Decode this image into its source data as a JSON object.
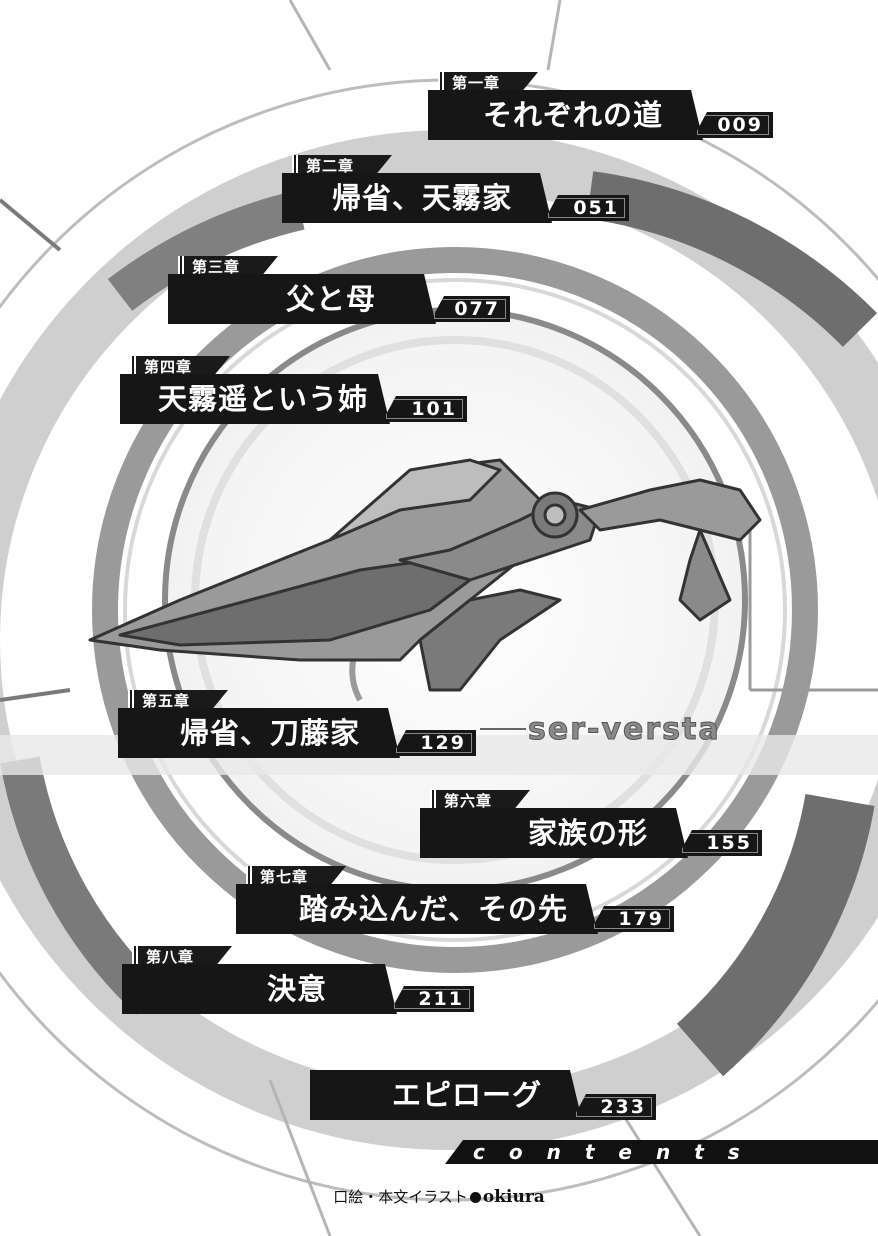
{
  "toc": {
    "chapters": [
      {
        "label": "第一章",
        "title": "それぞれの道",
        "page": "009"
      },
      {
        "label": "第二章",
        "title": "帰省、天霧家",
        "page": "051"
      },
      {
        "label": "第三章",
        "title": "父と母",
        "page": "077"
      },
      {
        "label": "第四章",
        "title": "天霧遥という姉",
        "page": "101"
      },
      {
        "label": "第五章",
        "title": "帰省、刀藤家",
        "page": "129"
      },
      {
        "label": "第六章",
        "title": "家族の形",
        "page": "155"
      },
      {
        "label": "第七章",
        "title": "踏み込んだ、その先",
        "page": "179"
      },
      {
        "label": "第八章",
        "title": "決意",
        "page": "211"
      }
    ],
    "epilogue": {
      "title": "エピローグ",
      "page": "233"
    }
  },
  "weapon_logo": "ser-versta",
  "contents_label": "contents",
  "credit": {
    "prefix": "口絵・本文イラスト",
    "name": "okiura"
  },
  "colors": {
    "bar": "#161616",
    "ring_dark": "#6e6e6e",
    "ring_light": "#cfcfcf"
  }
}
